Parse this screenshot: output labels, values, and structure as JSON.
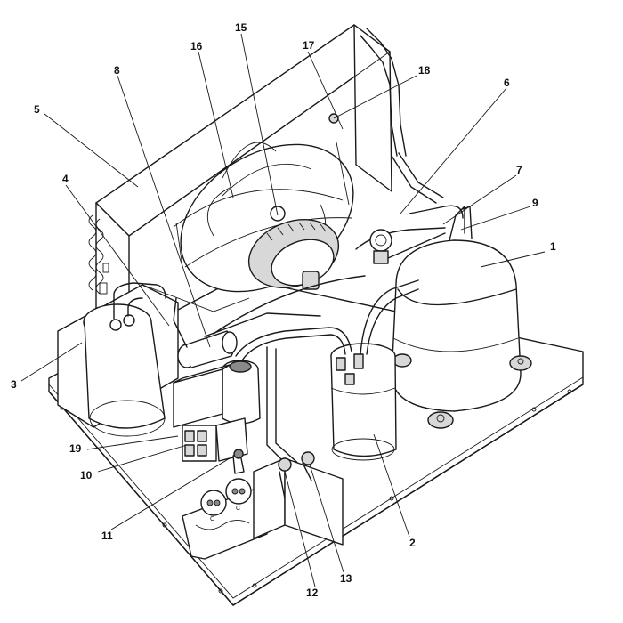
{
  "callouts": {
    "c1": "1",
    "c2": "2",
    "c3": "3",
    "c4": "4",
    "c5": "5",
    "c6": "6",
    "c7": "7",
    "c8": "8",
    "c9": "9",
    "c10": "10",
    "c11": "11",
    "c12": "12",
    "c13": "13",
    "c15": "15",
    "c16": "16",
    "c17": "17",
    "c18": "18",
    "c19": "19"
  },
  "capacitor_labels": {
    "left": "C",
    "right": "C"
  }
}
